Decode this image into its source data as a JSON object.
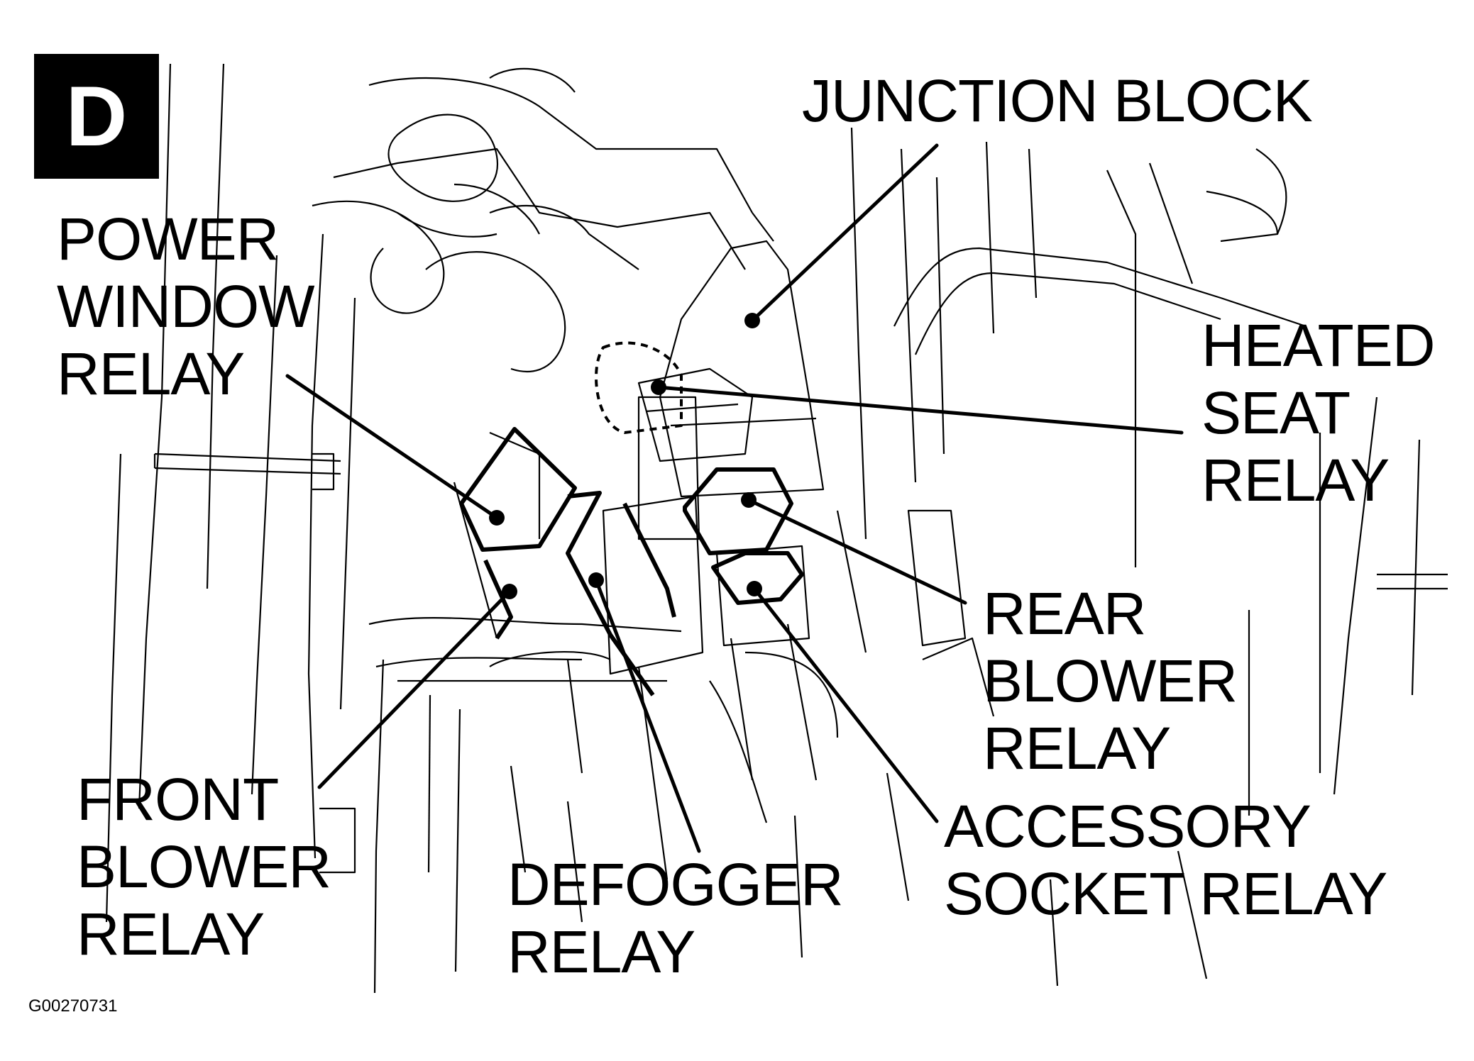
{
  "badge": "D",
  "figure_code": "G00270731",
  "labels": {
    "junction_block": [
      "JUNCTION BLOCK"
    ],
    "power_window_relay": [
      "POWER",
      "WINDOW",
      "RELAY"
    ],
    "heated_seat_relay": [
      "HEATED",
      "SEAT",
      "RELAY"
    ],
    "rear_blower_relay": [
      "REAR",
      "BLOWER",
      "RELAY"
    ],
    "accessory_socket_relay": [
      "ACCESSORY",
      "SOCKET RELAY"
    ],
    "front_blower_relay": [
      "FRONT",
      "BLOWER",
      "RELAY"
    ],
    "defogger_relay": [
      "DEFOGGER",
      "RELAY"
    ]
  },
  "colors": {
    "ink": "#000000",
    "paper": "#ffffff"
  }
}
